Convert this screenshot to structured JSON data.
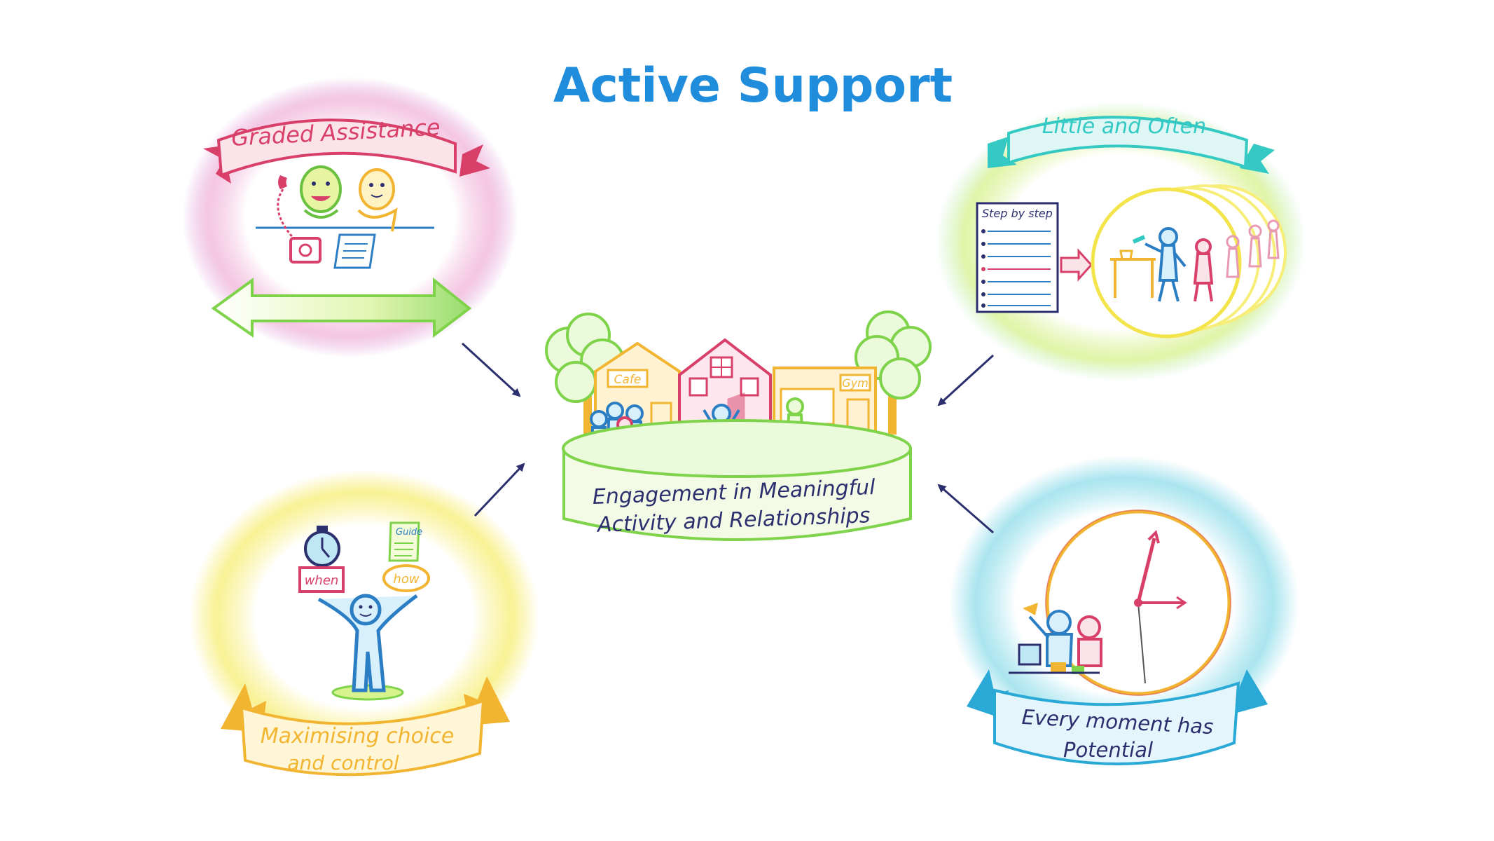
{
  "title": "Active Support",
  "colors": {
    "title": "#1f8ddc",
    "graded": "#d8406a",
    "little": "#35c9c4",
    "maximising": "#f2b531",
    "every_moment": "#2aa9d6",
    "center": "#7fd34a",
    "arrow": "#2c2f6e"
  },
  "center": {
    "line1": "Engagement in Meaningful",
    "line2": "Activity and Relationships",
    "signs": {
      "cafe": "Cafe",
      "gym": "Gym"
    }
  },
  "panels": {
    "graded": {
      "banner": "Graded Assistance",
      "icons": [
        "telephone-icon",
        "document-icon",
        "double-arrow-icon"
      ]
    },
    "little": {
      "banner": "Little and Often",
      "list_title": "Step by step",
      "icons": [
        "checklist-icon",
        "right-arrow-icon"
      ]
    },
    "maximising": {
      "banner_line1": "Maximising choice",
      "banner_line2": "and control",
      "cards": {
        "when": "when",
        "how": "how",
        "guide": "Guide"
      },
      "icons": [
        "stopwatch-icon",
        "guide-icon"
      ]
    },
    "every_moment": {
      "banner_line1": "Every moment has",
      "banner_line2": "Potential",
      "icons": [
        "clock-icon"
      ]
    }
  }
}
